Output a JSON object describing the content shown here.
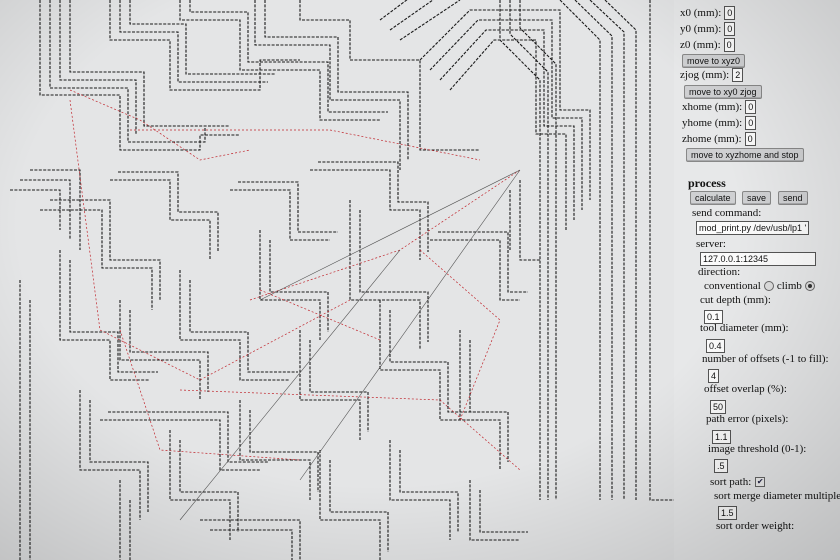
{
  "panel": {
    "x0_label": "x0 (mm):",
    "x0_value": "0",
    "y0_label": "y0 (mm):",
    "y0_value": "0",
    "z0_label": "z0 (mm):",
    "z0_value": "0",
    "move_xyz0": "move to xyz0",
    "zjog_label": "zjog (mm):",
    "zjog_value": "2",
    "move_xy0_zjog": "move to xy0 zjog",
    "xhome_label": "xhome (mm):",
    "xhome_value": "0",
    "yhome_label": "yhome (mm):",
    "yhome_value": "0",
    "zhome_label": "zhome (mm):",
    "zhome_value": "0",
    "move_home_stop": "move to xyzhome and stop",
    "process_heading": "process",
    "calculate": "calculate",
    "save": "save",
    "send": "send",
    "send_command_label": "send command:",
    "send_command_value": "mod_print.py /dev/usb/lp1 '",
    "server_label": "server:",
    "server_value": "127.0.0.1:12345",
    "direction_label": "direction:",
    "conventional": "conventional",
    "climb": "climb",
    "direction_selected": "climb",
    "cut_depth_label": "cut depth (mm):",
    "cut_depth_value": "0.1",
    "tool_diameter_label": "tool diameter (mm):",
    "tool_diameter_value": "0.4",
    "offsets_label": "number of offsets (-1 to fill):",
    "offsets_value": "4",
    "overlap_label": "offset overlap (%):",
    "overlap_value": "50",
    "path_error_label": "path error (pixels):",
    "path_error_value": "1.1",
    "threshold_label": "image threshold (0-1):",
    "threshold_value": ".5",
    "sort_path_label": "sort path:",
    "sort_path_checked": "✔",
    "merge_label": "sort merge diameter multiple:",
    "merge_value": "1.5",
    "order_weight_label": "sort order weight:"
  },
  "colors": {
    "path": "#1a1a1a",
    "move": "#c0262d"
  }
}
